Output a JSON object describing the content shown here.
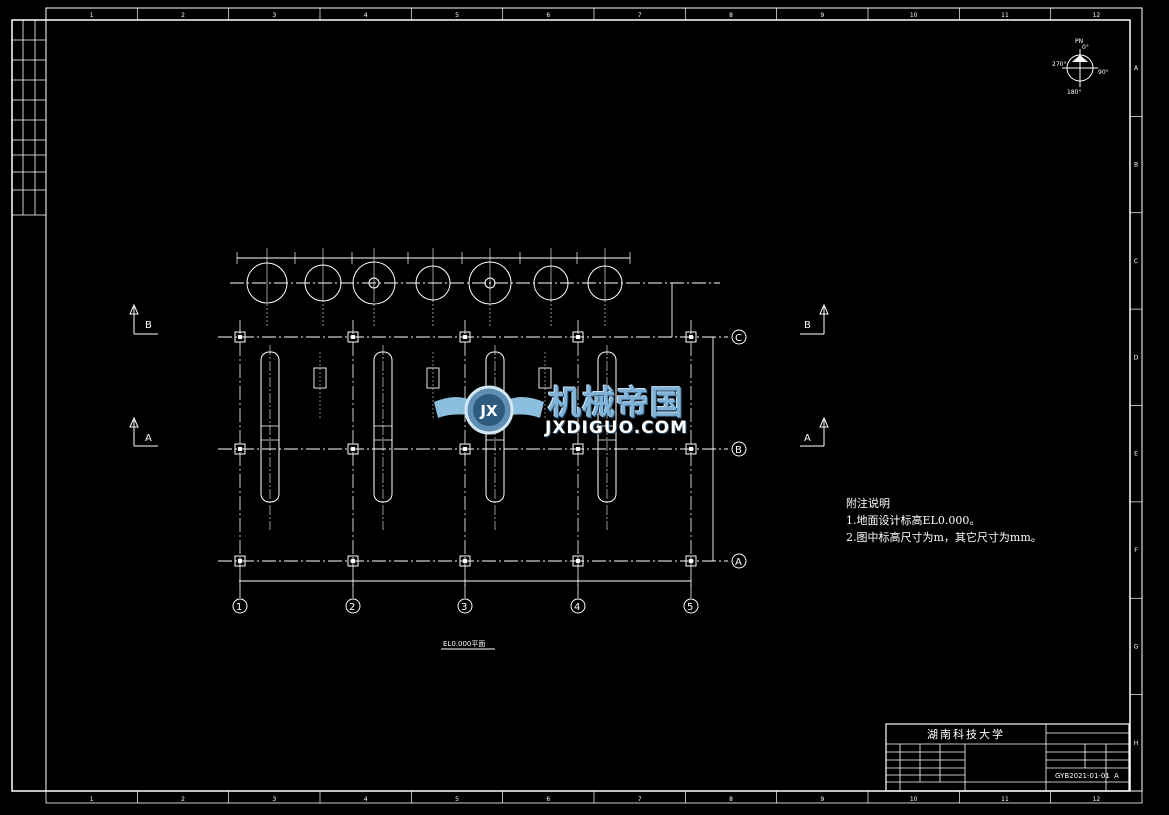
{
  "drawing": {
    "title_block": {
      "school": "湖南科技大学",
      "drawing_no": "GYB2021-01-01",
      "revision": "A"
    },
    "notes": {
      "heading": "附注说明",
      "items": [
        "1.地面设计标高EL0.000。",
        "2.图中标高尺寸为m，其它尺寸为mm。"
      ]
    },
    "plan_caption": "EL0.000平面",
    "axis_numbers": [
      "1",
      "2",
      "3",
      "4",
      "5"
    ],
    "axis_letters": [
      "C",
      "B",
      "A"
    ],
    "section_marks": [
      "B",
      "A",
      "B",
      "A"
    ],
    "compass": {
      "north": "PN",
      "n": "0°",
      "e": "90°",
      "s": "180°",
      "w": "270°"
    },
    "frame_cols": [
      "1",
      "2",
      "3",
      "4",
      "5",
      "6",
      "7",
      "8",
      "9",
      "10",
      "11",
      "12"
    ],
    "frame_rows": [
      "A",
      "B",
      "C",
      "D",
      "E",
      "F",
      "G",
      "H"
    ]
  },
  "watermark": {
    "cn": "机械帝国",
    "en": "JXDIGUO.COM",
    "logo_letters": "JX"
  },
  "colors": {
    "background": "#000000",
    "lines": "#ffffff",
    "watermark": "#7fb2d6"
  }
}
